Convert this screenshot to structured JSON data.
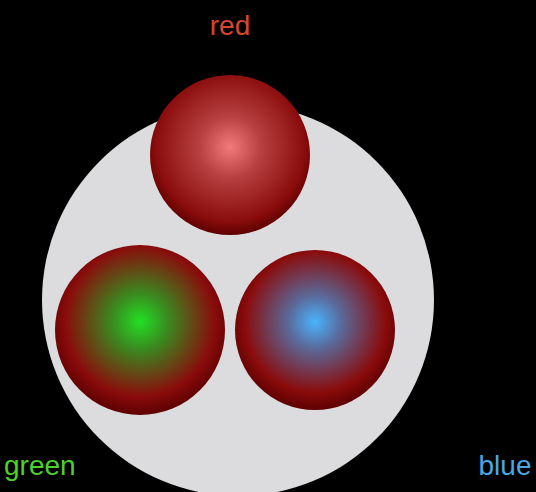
{
  "diagram": {
    "labels": [
      "red",
      "green",
      "blue"
    ]
  }
}
